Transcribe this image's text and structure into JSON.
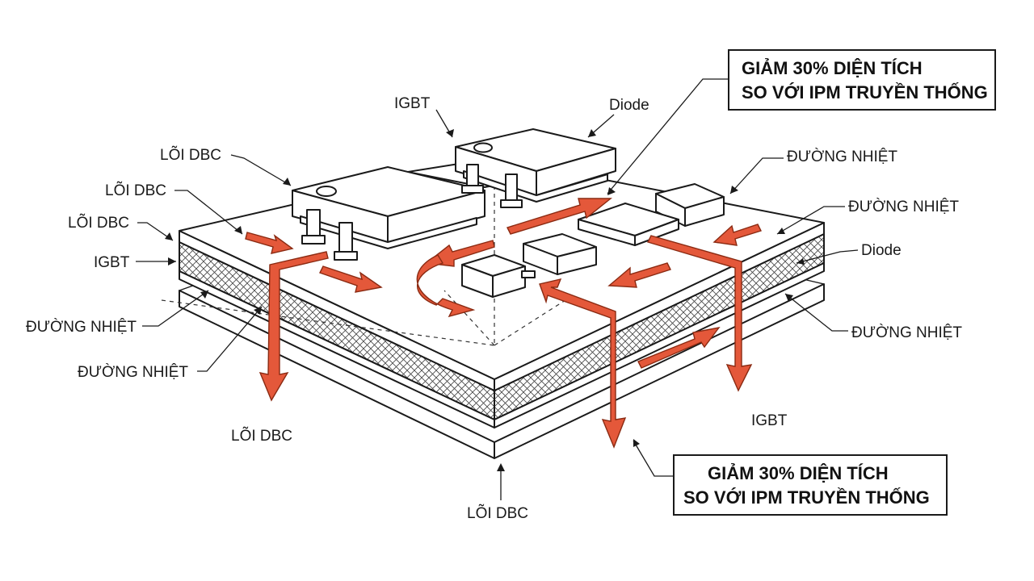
{
  "labels": {
    "igbt_top": "IGBT",
    "diode_top": "Diode",
    "loi_dbc_1": "LÕI DBC",
    "loi_dbc_2": "LÕI DBC",
    "loi_dbc_3": "LÕI DBC",
    "igbt_left": "IGBT",
    "duong_nhiet_left_1": "ĐƯỜNG NHIỆT",
    "duong_nhiet_left_2": "ĐƯỜNG NHIỆT",
    "loi_dbc_bottom_left": "LÕI DBC",
    "loi_dbc_bottom_center": "LÕI DBC",
    "duong_nhiet_right_1": "ĐƯỜNG NHIỆT",
    "duong_nhiet_right_2": "ĐƯỜNG NHIỆT",
    "diode_right": "Diode",
    "duong_nhiet_right_3": "ĐƯỜNG NHIỆT",
    "igbt_right": "IGBT"
  },
  "callouts": {
    "top": {
      "line1": "GIẢM 30% DIỆN TÍCH",
      "line2": "SO VỚI IPM TRUYỀN THỐNG"
    },
    "bottom": {
      "line1": "GIẢM 30% DIỆN TÍCH",
      "line2": "SO VỚI IPM TRUYỀN THỐNG"
    }
  },
  "colors": {
    "heat_arrow": "#e4583a",
    "outline": "#1a1a1a",
    "background": "#ffffff"
  }
}
